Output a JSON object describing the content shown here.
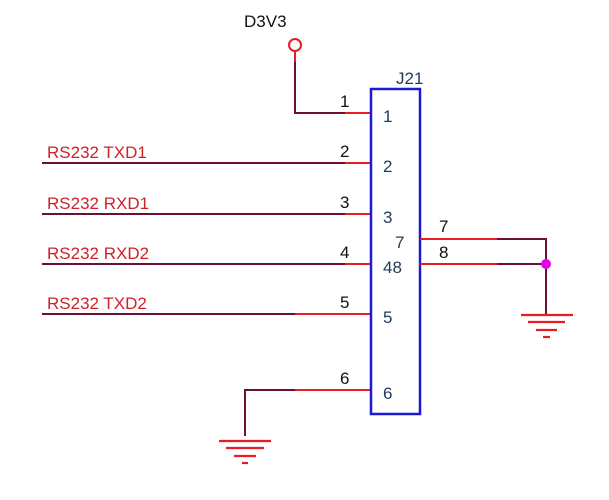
{
  "schematic": {
    "component": {
      "designator": "J21",
      "pins": [
        {
          "number": "1",
          "name": "1"
        },
        {
          "number": "2",
          "name": "2"
        },
        {
          "number": "3",
          "name": "3"
        },
        {
          "number": "4",
          "name": "48"
        },
        {
          "number": "5",
          "name": "5"
        },
        {
          "number": "6",
          "name": "6"
        },
        {
          "number": "7",
          "name": "7"
        },
        {
          "number": "8",
          "name": ""
        }
      ]
    },
    "power_port": {
      "label": "D3V3"
    },
    "nets": [
      {
        "label": "RS232 TXD1",
        "pin": "2"
      },
      {
        "label": "RS232 RXD1",
        "pin": "3"
      },
      {
        "label": "RS232 RXD2",
        "pin": "4"
      },
      {
        "label": "RS232 TXD2",
        "pin": "5"
      }
    ],
    "junction_color": "#e600e6",
    "wire_color": "#6b1033",
    "pin_color": "#e81c24",
    "body_color": "#1a1ad6"
  }
}
